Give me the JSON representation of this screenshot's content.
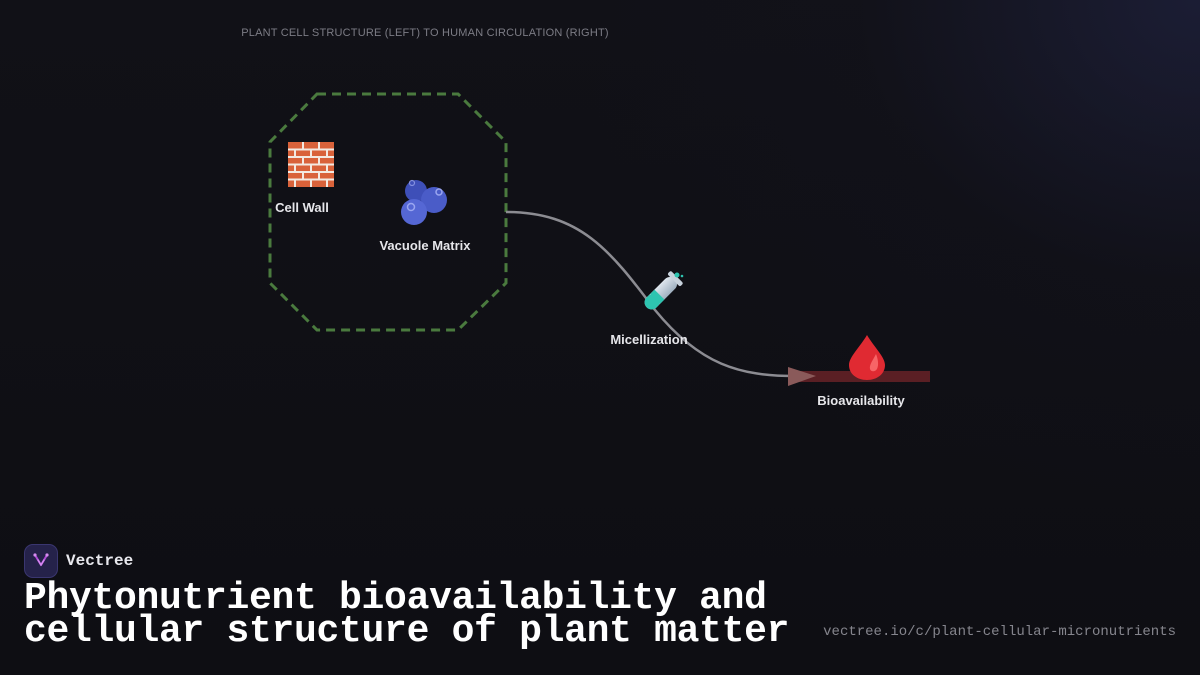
{
  "diagram": {
    "caption": "PLANT CELL STRUCTURE (LEFT) TO HUMAN CIRCULATION (RIGHT)",
    "nodes": {
      "cell_wall": {
        "label": "Cell Wall",
        "icon": "brick-icon"
      },
      "vacuole": {
        "label": "Vacuole Matrix",
        "icon": "blueberries-icon"
      },
      "micellization": {
        "label": "Micellization",
        "icon": "test-tube-icon"
      },
      "bioavailability": {
        "label": "Bioavailability",
        "icon": "blood-drop-icon"
      }
    },
    "colors": {
      "cell_boundary": "#4a7a3e",
      "flow_path": "#8c8c92",
      "arrow_head": "#8a5a5a",
      "bloodstream": "#5a1f24",
      "drop": "#e02a32",
      "berry": "#4a5cc8",
      "tube": "#2ec4b0",
      "brick": "#d9623a"
    }
  },
  "brand": {
    "name": "Vectree",
    "logo_icon": "vectree-logo-icon",
    "accent": "#b04ad8"
  },
  "title": "Phytonutrient bioavailability and cellular structure of plant matter",
  "url": "vectree.io/c/plant-cellular-micronutrients"
}
